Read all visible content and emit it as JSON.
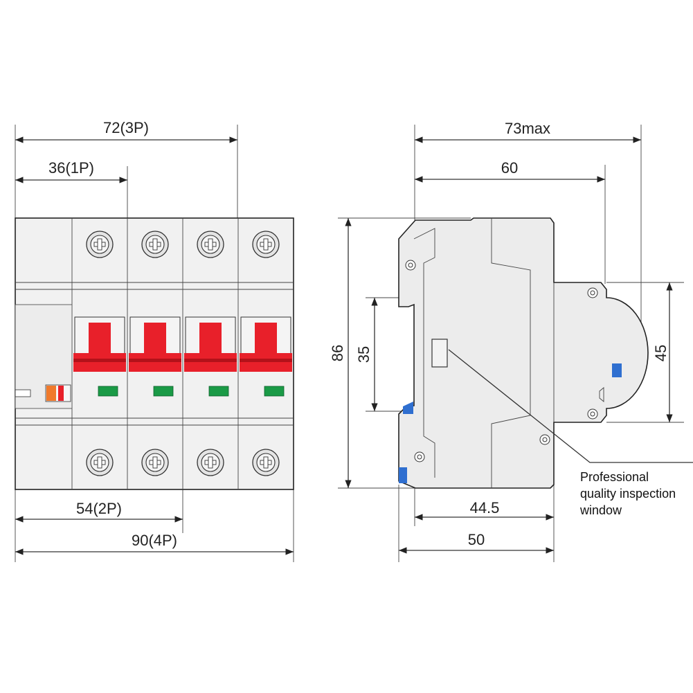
{
  "front_view": {
    "dim_72_3p": "72(3P)",
    "dim_36_1p": "36(1P)",
    "dim_54_2p": "54(2P)",
    "dim_90_4p": "90(4P)"
  },
  "side_view": {
    "dim_73max": "73max",
    "dim_60": "60",
    "dim_86": "86",
    "dim_35": "35",
    "dim_45": "45",
    "dim_44_5": "44.5",
    "dim_50": "50"
  },
  "callout": {
    "line1": "Professional",
    "line2": "quality inspection",
    "line3": "window"
  },
  "colors": {
    "handle": "#e8202a",
    "handle_dark": "#b3121a",
    "indicator_green": "#1a9a46",
    "test_button": "#f07a2c",
    "rail_clip": "#2f6fd0",
    "body": "#ececec"
  }
}
